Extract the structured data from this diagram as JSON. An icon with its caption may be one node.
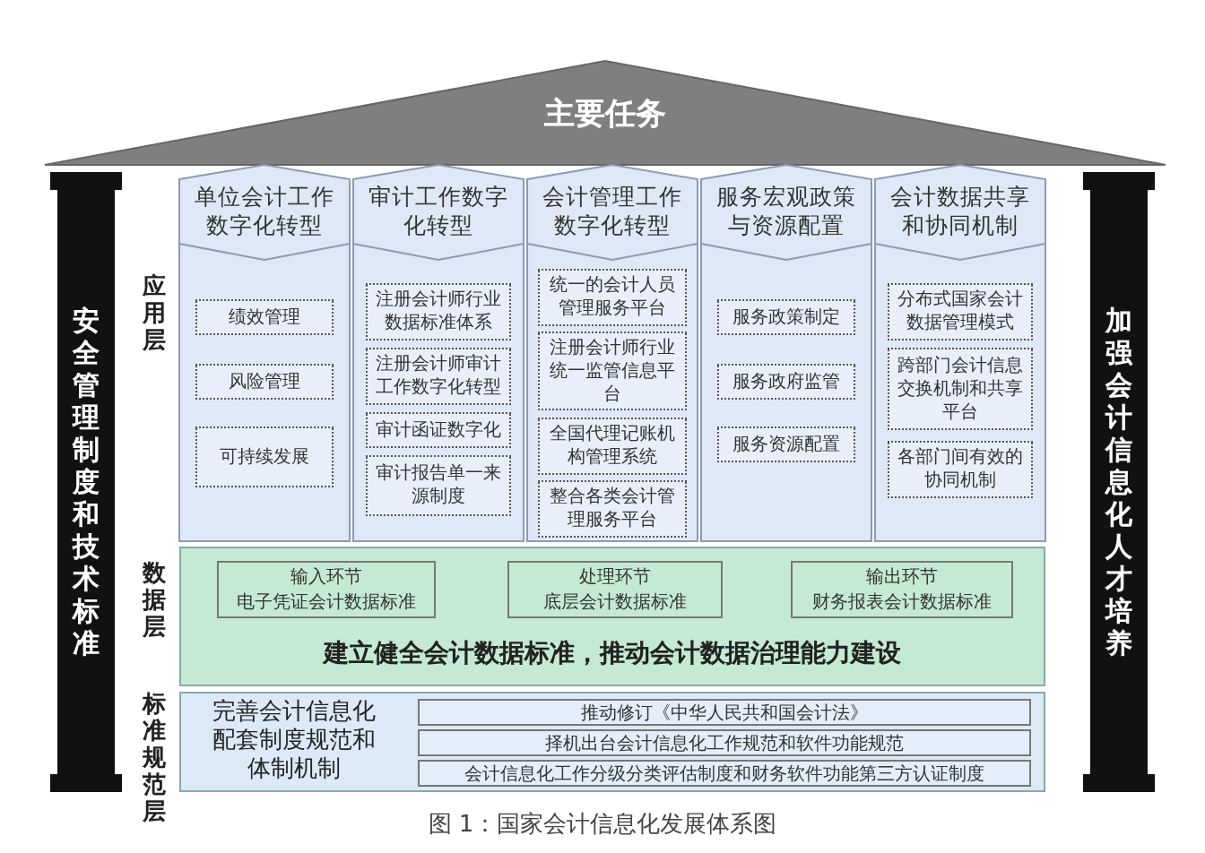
{
  "diagram": {
    "caption": "图 1：国家会计信息化发展体系图",
    "nodes": [
      {
        "text": [
          "主要任务"
        ]
      },
      {
        "text": [
          "安全管理制度和技术标准"
        ]
      },
      {
        "text": [
          "加强会计信息化人才培养"
        ]
      },
      {
        "text": [
          "单位会计工作数字化转型"
        ]
      },
      {
        "text": [
          "绩效管理"
        ],
        "in": 3
      },
      {
        "text": [
          "风险管理"
        ],
        "in": 3
      },
      {
        "text": [
          "可持续发展"
        ],
        "in": 3
      },
      {
        "text": [
          "审计工作数字化转型"
        ]
      },
      {
        "text": [
          "注册会计师行业数据标准体系"
        ],
        "in": 7
      },
      {
        "text": [
          "注册会计师审计工作数字化转型"
        ],
        "in": 7
      },
      {
        "text": [
          "审计函证数字化"
        ],
        "in": 7
      },
      {
        "text": [
          "审计报告单一来源制度"
        ],
        "in": 7
      },
      {
        "text": [
          "会计管理工作数字化转型"
        ]
      },
      {
        "text": [
          "统一的会计人员管理服务平台"
        ],
        "in": 12
      },
      {
        "text": [
          "注册会计师行业统一监管信息平台"
        ],
        "in": 12
      },
      {
        "text": [
          "全国代理记账机构管理系统"
        ],
        "in": 12
      },
      {
        "text": [
          "整合各类会计管理服务平台"
        ],
        "in": 12
      },
      {
        "text": [
          "服务宏观政策与资源配置"
        ]
      },
      {
        "text": [
          "服务政策制定"
        ],
        "in": 17
      },
      {
        "text": [
          "服务政府监管"
        ],
        "in": 17
      },
      {
        "text": [
          "服务资源配置"
        ],
        "in": 17
      },
      {
        "text": [
          "会计数据共享和协同机制"
        ]
      },
      {
        "text": [
          "分布式国家会计数据管理模式"
        ],
        "in": 21
      },
      {
        "text": [
          "跨部门会计信息交换机制和共享平台"
        ],
        "in": 21
      },
      {
        "text": [
          "各部门间有效的协同机制"
        ],
        "in": 21
      },
      {
        "text": [
          "建立健全会计数据标准，推动会计数据治理能力建设"
        ]
      },
      {
        "text": [
          "输入环节",
          "电子凭证会计数据标准"
        ],
        "in": 25
      },
      {
        "text": [
          "处理环节",
          "底层会计数据标准"
        ],
        "in": 25
      },
      {
        "text": [
          "输出环节",
          "财务报表会计数据标准"
        ],
        "in": 25
      },
      {
        "text": [
          "完善会计信息化配套制度规范和体制机制"
        ]
      },
      {
        "text": [
          "推动修订《中华人民共和国会计法》"
        ],
        "in": 29
      },
      {
        "text": [
          "择机出台会计信息化工作规范和软件功能规范"
        ],
        "in": 29
      },
      {
        "text": [
          "会计信息化工作分级分类评估制度和财务软件功能第三方认证制度"
        ],
        "in": 29
      }
    ],
    "labels": [
      "应用层",
      "数据层",
      "标准规范层"
    ]
  }
}
